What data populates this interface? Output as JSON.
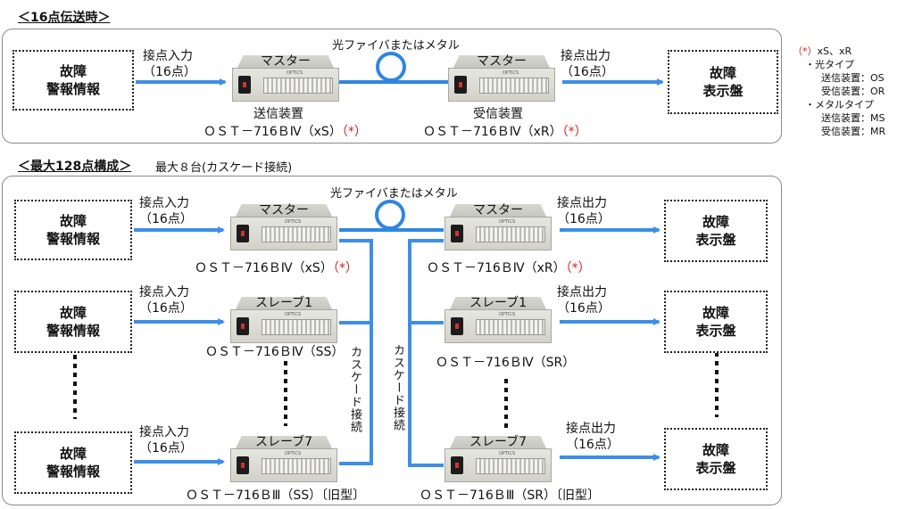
{
  "top": {
    "heading": "＜16点伝送時＞",
    "fiber_label": "光ファイバまたはメタル",
    "alarm": {
      "line1": "故障",
      "line2": "警報情報"
    },
    "display": {
      "line1": "故障",
      "line2": "表示盤"
    },
    "input_label": {
      "line1": "接点入力",
      "line2": "（16点）"
    },
    "output_label": {
      "line1": "接点出力",
      "line2": "（16点）"
    },
    "tx": {
      "name": "マスター",
      "role": "送信装置",
      "model": "ＯＳＴ－716ＢⅣ（xS）",
      "mark": "（*）"
    },
    "rx": {
      "name": "マスター",
      "role": "受信装置",
      "model": "ＯＳＴ－716ＢⅣ（xR）",
      "mark": "（*）"
    }
  },
  "legend": {
    "mark": "（*）",
    "title": "xS、xR",
    "optical": "・光タイプ",
    "opt_tx": "送信装置：OS",
    "opt_rx": "受信装置：OR",
    "metal": "・メタルタイプ",
    "met_tx": "送信装置：MS",
    "met_rx": "受信装置：MR"
  },
  "bottom": {
    "heading": "＜最大128点構成＞",
    "subheading": "最大８台(カスケード接続)",
    "fiber_label": "光ファイバまたはメタル",
    "cascade_left": "カスケード接続",
    "cascade_right": "カスケード接続",
    "alarm": {
      "line1": "故障",
      "line2": "警報情報"
    },
    "display": {
      "line1": "故障",
      "line2": "表示盤"
    },
    "input_label": {
      "line1": "接点入力",
      "line2": "（16点）"
    },
    "output_label": {
      "line1": "接点出力",
      "line2": "（16点）"
    },
    "l_master": {
      "name": "マスター",
      "model": "ＯＳＴ－716ＢⅣ（xS）",
      "mark": "（*）"
    },
    "l_slave1": {
      "name": "スレーブ1",
      "model": "ＯＳＴ－716ＢⅣ（SS）"
    },
    "l_slave7": {
      "name": "スレーブ7",
      "model": "ＯＳＴ－716ＢⅢ（SS）〔旧型〕"
    },
    "r_master": {
      "name": "マスター",
      "model": "ＯＳＴ－716ＢⅣ（xR）",
      "mark": "（*）"
    },
    "r_slave1": {
      "name": "スレーブ1",
      "model": "ＯＳＴ－716ＢⅣ（SR）"
    },
    "r_slave7": {
      "name": "スレーブ7",
      "model": "ＯＳＴ－716ＢⅢ（SR）〔旧型〕"
    }
  },
  "colors": {
    "wire": "#3d8ee6",
    "fiber": "#2f86e0",
    "mark": "#d21e1e"
  }
}
